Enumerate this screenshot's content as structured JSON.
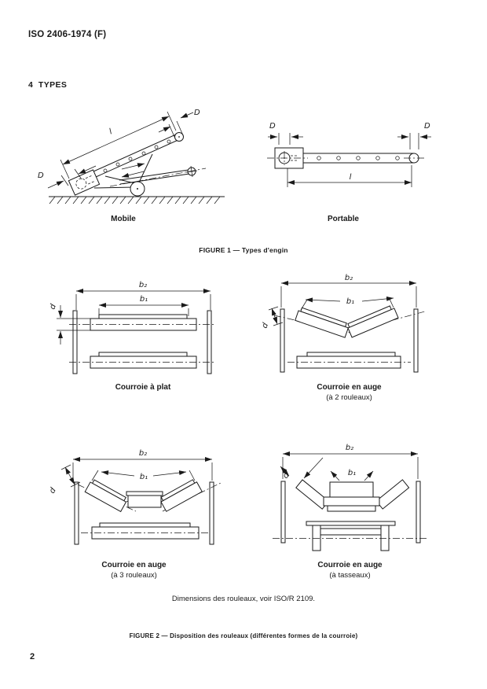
{
  "page": {
    "header": "ISO 2406-1974 (F)",
    "section": "4  TYPES",
    "page_number": "2",
    "note": "Dimensions des rouleaux, voir ISO/R 2109.",
    "figure1_caption": "FIGURE 1 — Types d'engin",
    "figure2_caption": "FIGURE 2 — Disposition des rouleaux (différentes formes de la courroie)"
  },
  "figure1": {
    "mobile_label": "Mobile",
    "portable_label": "Portable"
  },
  "figure2": {
    "flat_label": "Courroie à plat",
    "trough2_label": "Courroie en auge",
    "trough2_sublabel": "(à 2 rouleaux)",
    "trough3_label": "Courroie en auge",
    "trough3_sublabel": "(à 3 rouleaux)",
    "cleats_label": "Courroie en auge",
    "cleats_sublabel": "(à tasseaux)"
  },
  "dims": {
    "length": "l",
    "drum_diameter": "D",
    "roller_diameter": "d",
    "belt_width": "b₁",
    "frame_width": "b₂"
  },
  "colors": {
    "ink": "#1a1a1a",
    "paper": "#ffffff"
  }
}
